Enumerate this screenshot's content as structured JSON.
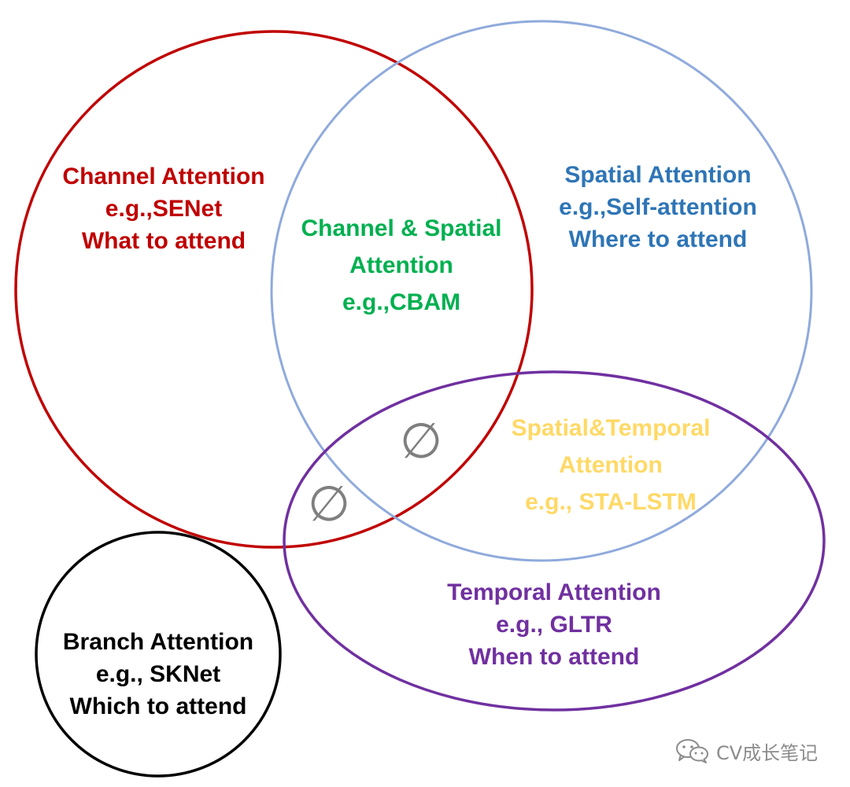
{
  "colors": {
    "channel": "#c00000",
    "spatial": "#2e75b6",
    "spatial_circle": "#8faadc",
    "channel_spatial": "#00b050",
    "spatial_temporal": "#ffd966",
    "temporal": "#7030a0",
    "branch": "#000000",
    "empty_set": "#7f7f7f",
    "watermark": "#8c8c8c"
  },
  "regions": {
    "channel": {
      "lines": [
        "Channel Attention",
        "e.g.,SENet",
        "What to attend"
      ]
    },
    "spatial": {
      "lines": [
        "Spatial Attention",
        "e.g.,Self-attention",
        "Where to attend"
      ]
    },
    "channel_spatial": {
      "lines": [
        "Channel & Spatial",
        "Attention",
        "e.g.,CBAM"
      ]
    },
    "spatial_temporal": {
      "lines": [
        "Spatial&Temporal",
        "Attention",
        "e.g., STA-LSTM"
      ]
    },
    "temporal": {
      "lines": [
        "Temporal Attention",
        "e.g., GLTR",
        "When to attend"
      ]
    },
    "branch": {
      "lines": [
        "Branch Attention",
        "e.g., SKNet",
        "Which to attend"
      ]
    }
  },
  "empty_set_symbol": "∅",
  "watermark": {
    "icon": "wechat-icon",
    "text": "CV成长笔记"
  }
}
